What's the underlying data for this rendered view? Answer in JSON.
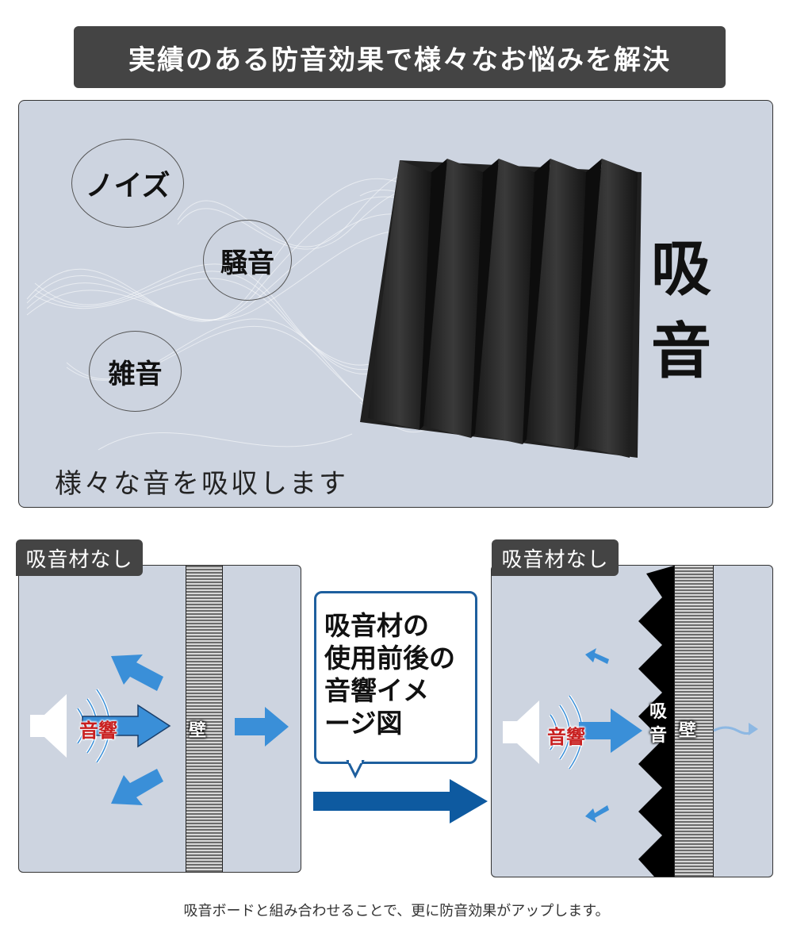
{
  "title": "実績のある防音効果で様々なお悩みを解決",
  "hero": {
    "bubbles": [
      "ノイズ",
      "騒音",
      "雑音"
    ],
    "vertical_label": [
      "吸",
      "音"
    ],
    "caption": "様々な音を吸収します"
  },
  "diagram_left": {
    "tab": "吸音材なし",
    "sound_label": "音響",
    "wall_label": "壁"
  },
  "callout": {
    "lines": [
      "吸音材の",
      "使用前後の",
      "音響イメ",
      "ージ図"
    ]
  },
  "diagram_right": {
    "tab": "吸音材なし",
    "sound_label": "音響",
    "absorb_label": [
      "吸",
      "音"
    ],
    "wall_label": "壁"
  },
  "footer_note": "吸音ボードと組み合わせることで、更に防音効果がアップします。",
  "colors": {
    "banner": "#444444",
    "panel_bg": "#cdd4e0",
    "arrow_blue": "#3a8fd8",
    "arrow_dark": "#0e5aa0",
    "sound_label_red": "#c81e1e",
    "callout_border": "#1e5f9e"
  },
  "icons": {
    "speaker": "speaker-icon",
    "foam": "acoustic-foam-panel-image"
  }
}
